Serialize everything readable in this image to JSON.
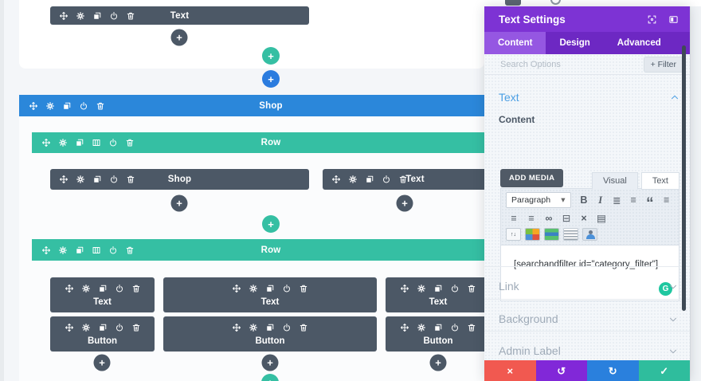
{
  "builder": {
    "top_module": {
      "label": "Text"
    },
    "section": {
      "label": "Shop"
    },
    "row1": {
      "label": "Row",
      "left_module": {
        "label": "Shop"
      },
      "right_module": {
        "label": "Text"
      }
    },
    "row2": {
      "label": "Row",
      "columns": [
        {
          "text_module": {
            "label": "Text"
          },
          "button_module": {
            "label": "Button"
          }
        },
        {
          "text_module": {
            "label": "Text"
          },
          "button_module": {
            "label": "Button"
          }
        },
        {
          "text_module": {
            "label": "Text"
          },
          "button_module": {
            "label": "Button"
          }
        }
      ]
    }
  },
  "panel": {
    "title": "Text Settings",
    "tabs": [
      {
        "label": "Content"
      },
      {
        "label": "Design"
      },
      {
        "label": "Advanced"
      }
    ],
    "search": {
      "placeholder": "Search Options",
      "filter_label": "+ Filter"
    },
    "text_section": {
      "title": "Text",
      "field_label": "Content",
      "add_media_label": "ADD MEDIA",
      "editor_tabs": [
        {
          "label": "Visual"
        },
        {
          "label": "Text"
        }
      ],
      "paragraph_dropdown": "Paragraph",
      "editor_content": "[searchandfilter id=\"category_filter\"]"
    },
    "collapsed_sections": [
      {
        "label": "Link"
      },
      {
        "label": "Background"
      },
      {
        "label": "Admin Label"
      }
    ]
  },
  "icons": {
    "bold": "B",
    "italic": "I",
    "bullet_list": "≣",
    "numbered_list": "≡",
    "blockquote": "“",
    "align_left": "≡",
    "align_center": "≡",
    "align_right": "≡",
    "link": "∞",
    "more_tag": "⊟",
    "fullscreen": "×",
    "kitchen_sink": "▤",
    "caret_down": "▾",
    "plus": "+",
    "undo": "↺",
    "redo": "↻",
    "close": "×",
    "check": "✓",
    "grammarly": "G",
    "arrows_updown": "↑↓"
  },
  "colors": {
    "section_blue": "#2b87da",
    "row_teal": "#35bfa3",
    "module_gray": "#4c5866",
    "panel_purple": "#7d33d4",
    "tabbar_purple": "#6d28c3",
    "active_tab_purple": "#9557e2",
    "section_title_blue": "#4da0e4",
    "footer_red": "#f15950",
    "footer_purple": "#8128d8",
    "footer_blue": "#2a80dd",
    "footer_teal": "#2fbd9d",
    "grammarly_green": "#1fc7a0"
  }
}
